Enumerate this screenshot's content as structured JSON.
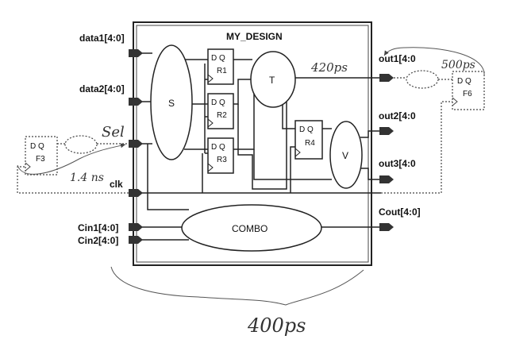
{
  "design": {
    "title": "MY_DESIGN"
  },
  "ports": {
    "inputs": [
      "data1[4:0]",
      "data2[4:0]",
      "clk",
      "Cin1[4:0]",
      "Cin2[4:0]"
    ],
    "outputs": [
      "out1[4:0",
      "out2[4:0",
      "out3[4:0",
      "Cout[4:0]"
    ]
  },
  "blocks": {
    "s": "S",
    "t": "T",
    "v": "V",
    "combo": "COMBO"
  },
  "registers": [
    {
      "name": "R1",
      "pins": "D Q"
    },
    {
      "name": "R2",
      "pins": "D Q"
    },
    {
      "name": "R3",
      "pins": "D Q"
    },
    {
      "name": "R4",
      "pins": "D Q"
    }
  ],
  "external_ffs": [
    {
      "name": "F3",
      "pins": "D Q"
    },
    {
      "name": "F6",
      "pins": "D Q"
    }
  ],
  "annotations": {
    "sel": "Sel",
    "delay_14ns": "1.4 ns",
    "delay_420ps": "420ps",
    "delay_500ps": "500ps",
    "delay_400ps": "400ps"
  }
}
